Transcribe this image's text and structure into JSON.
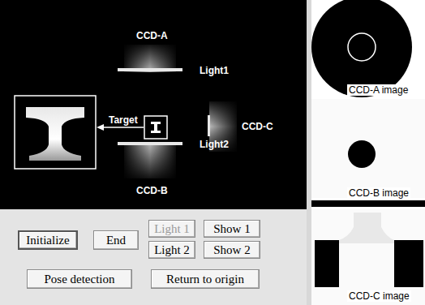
{
  "diagram": {
    "nodes": [
      {
        "text": [
          "Initialize"
        ]
      },
      {
        "text": [
          "End"
        ]
      },
      {
        "text": [
          "Light 1"
        ]
      },
      {
        "text": [
          "Show 1"
        ]
      },
      {
        "text": [
          "Light 2"
        ]
      },
      {
        "text": [
          "Show 2"
        ]
      },
      {
        "text": [
          "Pose detection"
        ]
      },
      {
        "text": [
          "Return to origin"
        ]
      }
    ],
    "labels": [
      "CCD-A",
      "Light1",
      "Target",
      "CCD-C",
      "Light2",
      "CCD-B",
      "CCD-A image",
      "CCD-B image",
      "CCD-C image"
    ]
  }
}
